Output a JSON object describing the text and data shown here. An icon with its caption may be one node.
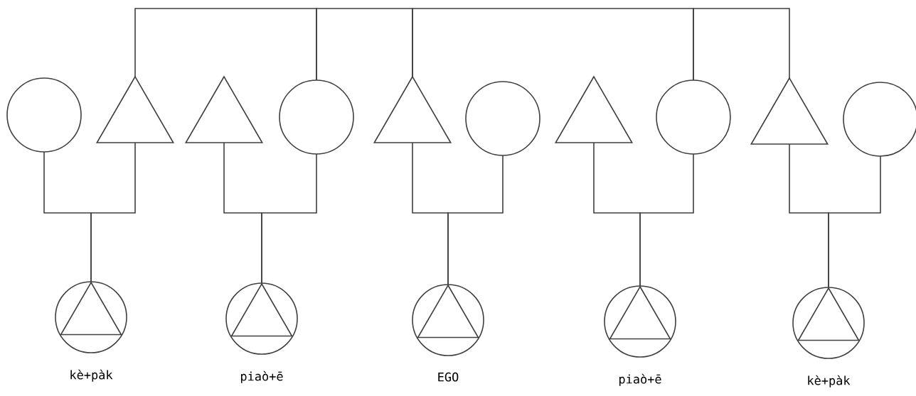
{
  "diagram": {
    "nodes": [
      {
        "text": [],
        "shape": "circle"
      },
      {
        "text": [],
        "shape": "triangle"
      },
      {
        "text": [],
        "shape": "triangle"
      },
      {
        "text": [],
        "shape": "circle"
      },
      {
        "text": [],
        "shape": "triangle"
      },
      {
        "text": [],
        "shape": "circle"
      },
      {
        "text": [],
        "shape": "triangle"
      },
      {
        "text": [],
        "shape": "circle"
      },
      {
        "text": [],
        "shape": "triangle"
      },
      {
        "text": [],
        "shape": "circle"
      },
      {
        "text": [],
        "shape": "circle",
        "beside": [
          "kè+pàk"
        ]
      },
      {
        "text": [],
        "shape": "circle",
        "beside": [
          "piaò+ē"
        ]
      },
      {
        "text": [],
        "shape": "circle",
        "beside": [
          "EGO"
        ]
      },
      {
        "text": [],
        "shape": "circle",
        "beside": [
          "piaò+ē"
        ]
      },
      {
        "text": [],
        "shape": "circle",
        "beside": [
          "kè+pàk"
        ]
      }
    ],
    "edges": [
      {
        "from": 0,
        "to": 10,
        "arrow": "none"
      },
      {
        "from": 1,
        "to": 10,
        "arrow": "none"
      },
      {
        "from": 2,
        "to": 11,
        "arrow": "none"
      },
      {
        "from": 3,
        "to": 11,
        "arrow": "none"
      },
      {
        "from": 4,
        "to": 12,
        "arrow": "none"
      },
      {
        "from": 5,
        "to": 12,
        "arrow": "none"
      },
      {
        "from": 6,
        "to": 13,
        "arrow": "none"
      },
      {
        "from": 7,
        "to": 13,
        "arrow": "none"
      },
      {
        "from": 8,
        "to": 14,
        "arrow": "none"
      },
      {
        "from": 9,
        "to": 14,
        "arrow": "none"
      },
      {
        "from": 1,
        "to": 3,
        "arrow": "none"
      },
      {
        "from": 3,
        "to": 4,
        "arrow": "none"
      },
      {
        "from": 4,
        "to": 7,
        "arrow": "none"
      },
      {
        "from": 7,
        "to": 8,
        "arrow": "none"
      }
    ]
  }
}
